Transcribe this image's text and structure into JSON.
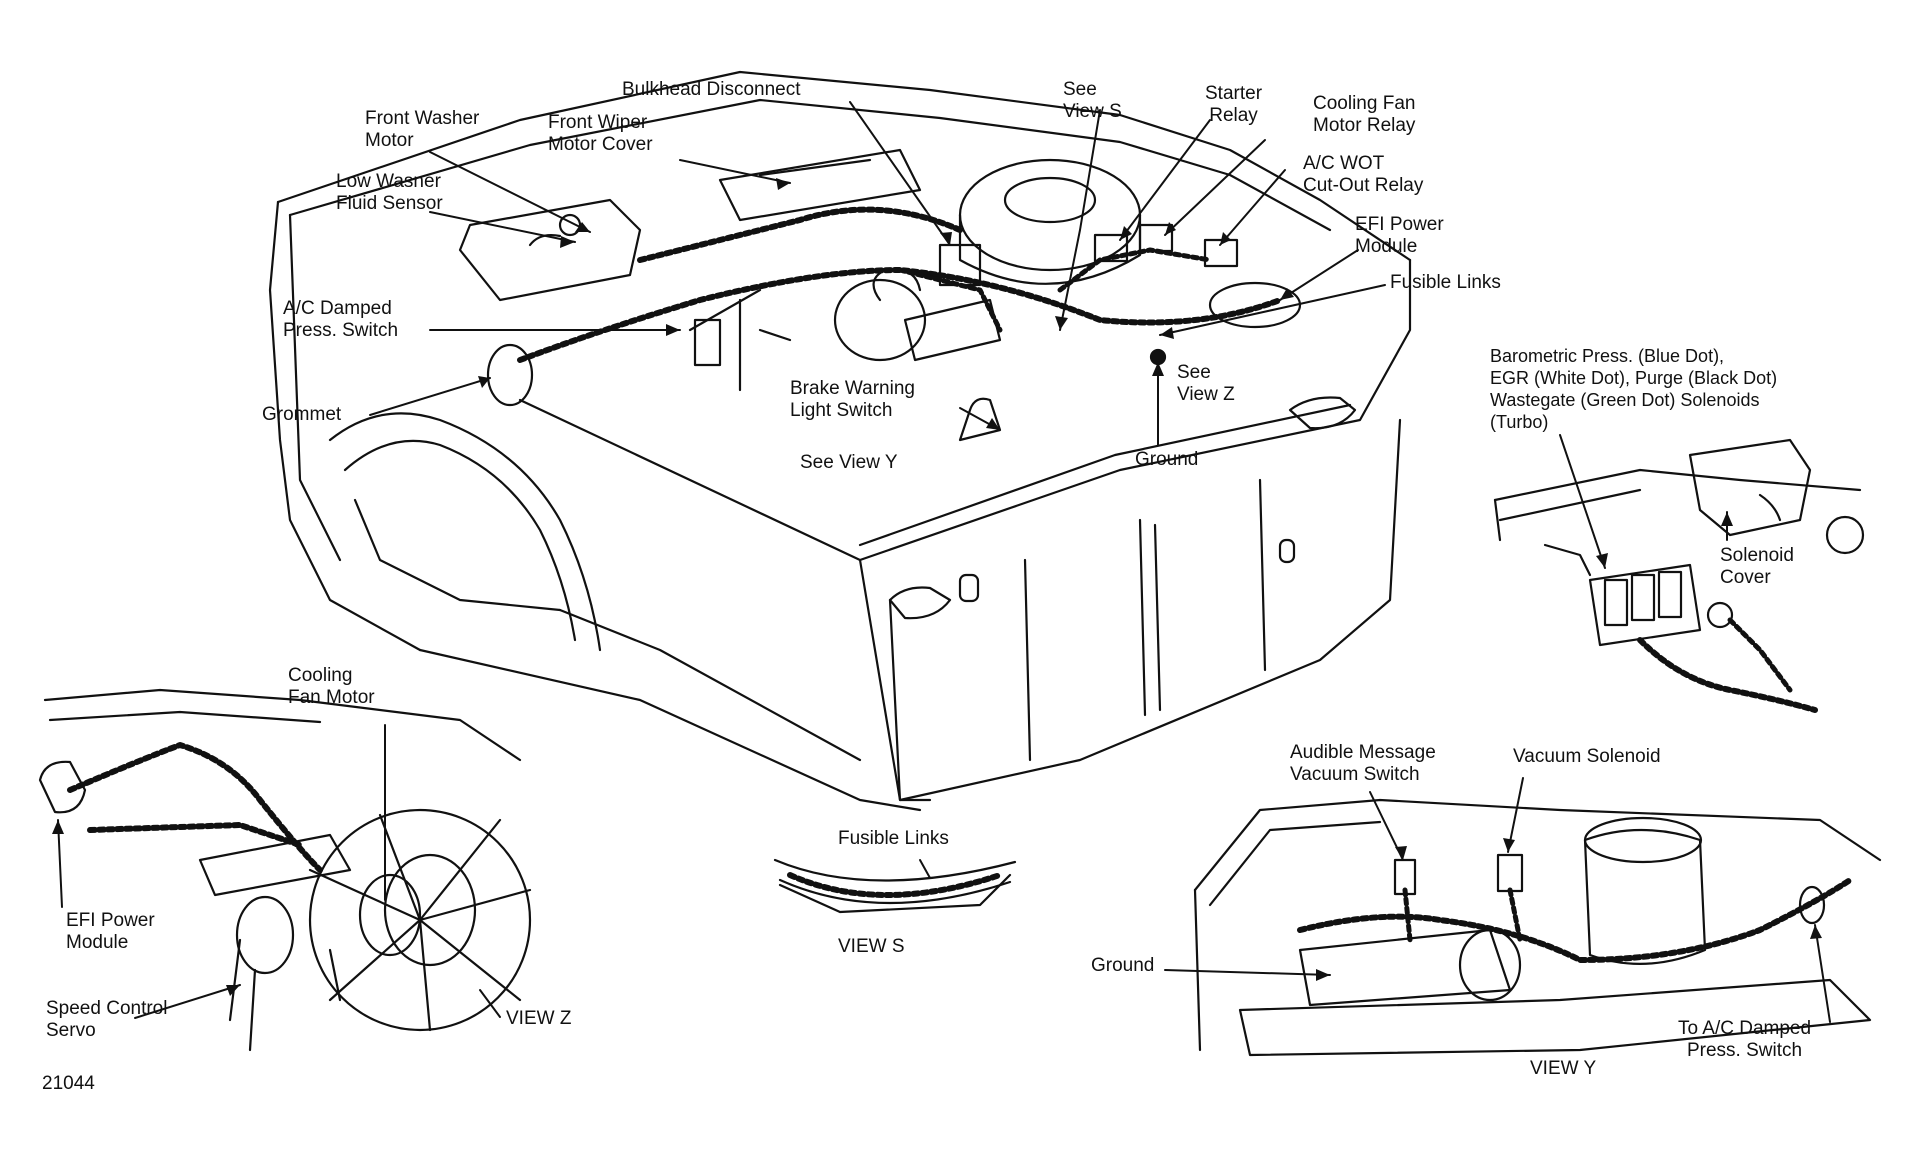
{
  "figure_number": "21044",
  "colors": {
    "ink": "#111111",
    "paper": "#ffffff"
  },
  "labels": {
    "front_washer_motor": "Front Washer\nMotor",
    "front_wiper_motor_cover": "Front Wiper\nMotor Cover",
    "bulkhead_disconnect": "Bulkhead Disconnect",
    "see_view_s": "See\nView S",
    "starter_relay": "Starter\nRelay",
    "cooling_fan_motor_relay": "Cooling Fan\nMotor Relay",
    "ac_wot_cutout_relay": "A/C WOT\nCut-Out Relay",
    "efi_power_module_top": "EFI Power\nModule",
    "fusible_links_top": "Fusible Links",
    "low_washer_fluid_sensor": "Low Wasner\nFluid Sensor",
    "ac_damped_press_switch": "A/C Damped\nPress. Switch",
    "grommet": "Grommet",
    "brake_warning_light_switch": "Brake Warning\nLight Switch",
    "see_view_z": "See\nView Z",
    "see_view_y": "See View Y",
    "ground_main": "Ground",
    "solenoids": "Barometric Press. (Blue Dot),\nEGR (White Dot), Purge (Black Dot)\nWastegate (Green Dot) Solenoids\n(Turbo)",
    "solenoid_cover": "Solenoid\nCover",
    "cooling_fan_motor": "Cooling\nFan Motor",
    "efi_power_module_z": "EFI Power\nModule",
    "speed_control_servo": "Speed Control\nServo",
    "view_z": "VIEW Z",
    "fusible_links_s": "Fusible Links",
    "view_s": "VIEW S",
    "audible_message_vacuum_switch": "Audible Message\nVacuum Switch",
    "vacuum_solenoid": "Vacuum Solenoid",
    "ground_y": "Ground",
    "to_ac_damped_press_switch": "To A/C Damped\nPress. Switch",
    "view_y": "VIEW Y"
  }
}
